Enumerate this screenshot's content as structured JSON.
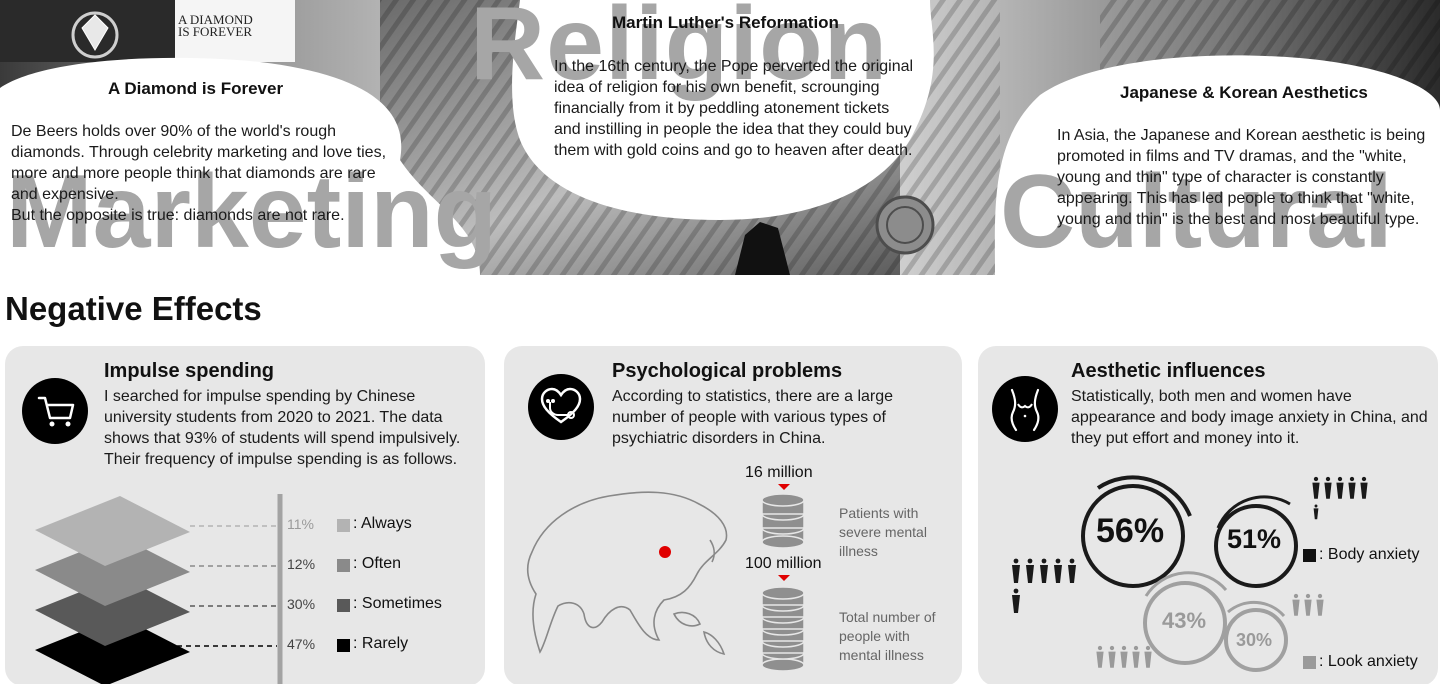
{
  "top": {
    "big_words": {
      "religion": "Religion",
      "marketing": "Marketing",
      "cultural": "Cultural"
    },
    "diamond_ad": {
      "line1": "A DIAMOND",
      "line2": "IS FOREVER"
    },
    "marketing": {
      "title": "A Diamond is Forever",
      "body": "De Beers holds over 90% of the world's rough diamonds. Through celebrity marketing and love ties, more and more people think that diamonds are rare and expensive.",
      "body2": "But the opposite is true: diamonds are not rare."
    },
    "religion": {
      "title": "Martin Luther's Reformation",
      "body": "In the 16th century, the Pope perverted the original idea of religion for his own benefit, scrounging financially from it by peddling atonement tickets and instilling in people the idea that they could buy them with gold coins and go to heaven after death."
    },
    "cultural": {
      "title": "Japanese & Korean Aesthetics",
      "body": "In Asia, the Japanese and Korean aesthetic is being promoted in films and TV dramas, and the \"white, young and thin\" type of character is constantly appearing. This has led people to think that \"white, young and thin\" is the best and most beautiful type."
    }
  },
  "section_title": "Negative Effects",
  "panels": {
    "impulse": {
      "title": "Impulse spending",
      "icon": "shopping-cart-icon",
      "body": "I searched for impulse spending by Chinese university students from 2020 to 2021. The data shows that 93% of students will spend impulsively. Their frequency of impulse spending is as follows.",
      "layers": [
        {
          "pct": "11%",
          "label": ": Always",
          "color": "#b3b3b3"
        },
        {
          "pct": "12%",
          "label": ": Often",
          "color": "#8a8a8a"
        },
        {
          "pct": "30%",
          "label": ": Sometimes",
          "color": "#595959"
        },
        {
          "pct": "47%",
          "label": ": Rarely",
          "color": "#000000"
        }
      ]
    },
    "psych": {
      "title": "Psychological problems",
      "icon": "stethoscope-heart-icon",
      "body": "According to statistics, there are a large number of people with various types of psychiatric disorders in China.",
      "stat1": {
        "value": "16 million",
        "label": "Patients with severe mental illness"
      },
      "stat2": {
        "value": "100 million",
        "label": "Total number of people with mental illness"
      },
      "marker_color": "#e00000"
    },
    "aesthetic": {
      "title": "Aesthetic influences",
      "icon": "female-body-icon",
      "body": "Statistically, both men and women have appearance and body image anxiety in China, and they put effort and money into it.",
      "body_anxiety": {
        "label": ": Body anxiety",
        "female": "56%",
        "male": "51%"
      },
      "look_anxiety": {
        "label": ": Look anxiety",
        "female": "43%",
        "male": "30%"
      }
    }
  }
}
